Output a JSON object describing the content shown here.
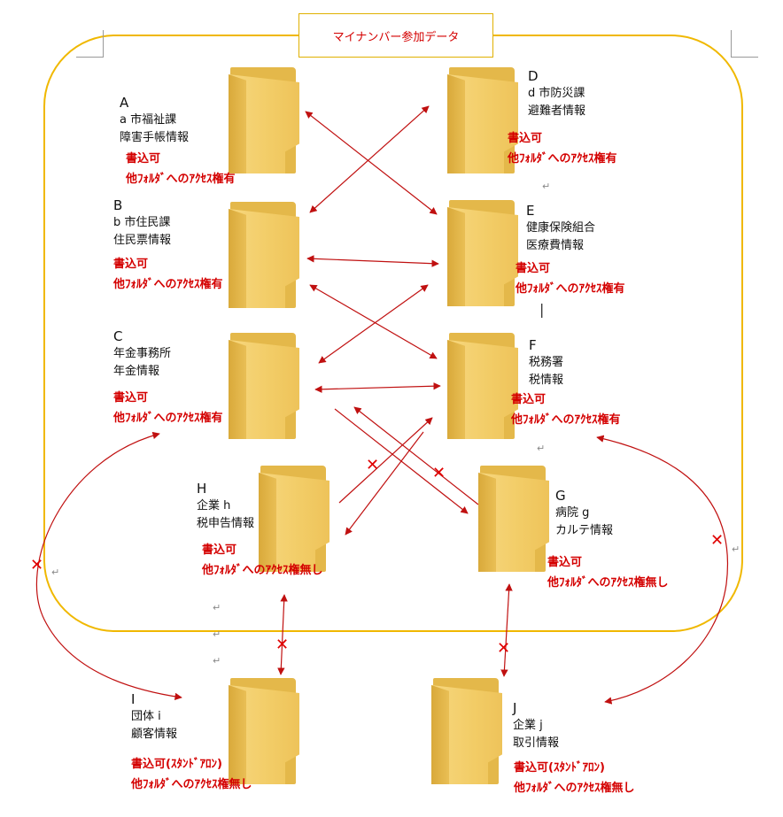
{
  "title": "マイナンバー参加データ",
  "folders": [
    {
      "id": "A",
      "letter": "A",
      "line1": "a 市福祉課",
      "line2": "障害手帳情報",
      "perm1": "書込可",
      "perm2": "他ﾌｫﾙﾀﾞへのｱｸｾｽ権有"
    },
    {
      "id": "B",
      "letter": "B",
      "line1": "b 市住民課",
      "line2": "住民票情報",
      "perm1": "書込可",
      "perm2": "他ﾌｫﾙﾀﾞへのｱｸｾｽ権有"
    },
    {
      "id": "C",
      "letter": "C",
      "line1": "年金事務所",
      "line2": "年金情報",
      "perm1": "書込可",
      "perm2": "他ﾌｫﾙﾀﾞへのｱｸｾｽ権有"
    },
    {
      "id": "D",
      "letter": "D",
      "line1": "d 市防災課",
      "line2": "避難者情報",
      "perm1": "書込可",
      "perm2": "他ﾌｫﾙﾀﾞへのｱｸｾｽ権有"
    },
    {
      "id": "E",
      "letter": "E",
      "line1": "健康保険組合",
      "line2": "医療費情報",
      "perm1": "書込可",
      "perm2": "他ﾌｫﾙﾀﾞへのｱｸｾｽ権有"
    },
    {
      "id": "F",
      "letter": "F",
      "line1": "税務署",
      "line2": "税情報",
      "perm1": "書込可",
      "perm2": "他ﾌｫﾙﾀﾞへのｱｸｾｽ権有"
    },
    {
      "id": "H",
      "letter": "H",
      "line1": "企業 h",
      "line2": "税申告情報",
      "perm1": "書込可",
      "perm2": "他ﾌｫﾙﾀﾞへのｱｸｾｽ権無し"
    },
    {
      "id": "G",
      "letter": "G",
      "line1": "病院 g",
      "line2": "カルテ情報",
      "perm1": "書込可",
      "perm2": "他ﾌｫﾙﾀﾞへのｱｸｾｽ権無し"
    },
    {
      "id": "I",
      "letter": "I",
      "line1": "団体 i",
      "line2": "顧客情報",
      "perm1": "書込可(ｽﾀﾝﾄﾞｱﾛﾝ)",
      "perm2": "他ﾌｫﾙﾀﾞへのｱｸｾｽ権無し"
    },
    {
      "id": "J",
      "letter": "J",
      "line1": "企業 j",
      "line2": "取引情報",
      "perm1": "書込可(ｽﾀﾝﾄﾞｱﾛﾝ)",
      "perm2": "他ﾌｫﾙﾀﾞへのｱｸｾｽ権無し"
    }
  ],
  "colors": {
    "group_border": "#f0b800",
    "arrow": "#c01010",
    "cross": "#e00000",
    "permission_text": "#d40000"
  },
  "icons": {
    "folder": "folder-icon",
    "blocked": "cross-mark-icon"
  }
}
